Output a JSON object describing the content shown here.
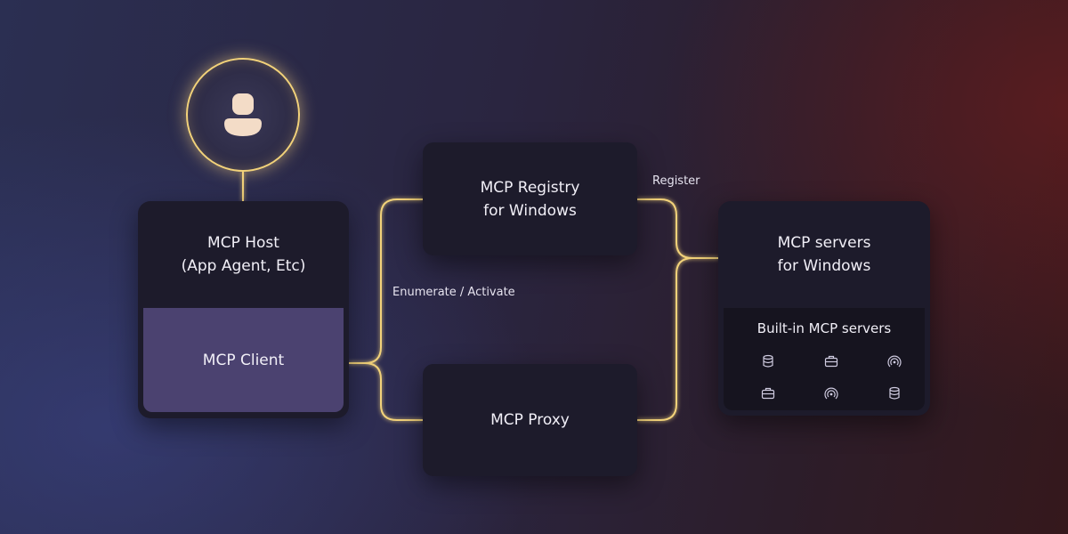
{
  "host": {
    "title_line1": "MCP Host",
    "title_line2": "(App Agent, Etc)"
  },
  "client": {
    "label": "MCP Client"
  },
  "registry": {
    "title_line1": "MCP Registry",
    "title_line2": "for Windows"
  },
  "proxy": {
    "label": "MCP Proxy"
  },
  "servers": {
    "title_line1": "MCP servers",
    "title_line2": "for Windows",
    "builtin_title": "Built-in MCP servers",
    "icons": [
      "database-icon",
      "briefcase-icon",
      "broadcast-icon",
      "briefcase-icon",
      "broadcast-icon",
      "database-icon"
    ]
  },
  "connectors": {
    "register_label": "Register",
    "enumerate_label": "Enumerate / Activate"
  },
  "colors": {
    "connector": "#f2d27a",
    "client_fill": "#4b4270",
    "box_fill": "#1d1b2b"
  }
}
